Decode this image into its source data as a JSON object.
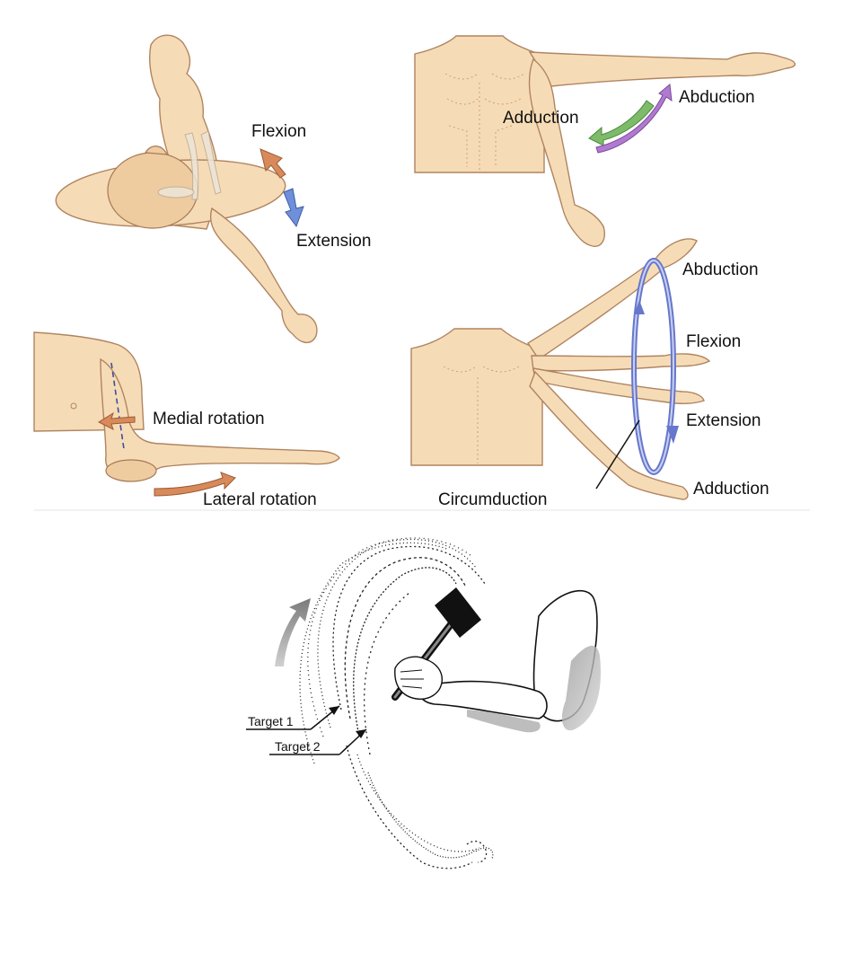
{
  "panel_flexion": {
    "flexion_label": "Flexion",
    "extension_label": "Extension"
  },
  "panel_abduction": {
    "adduction_label": "Adduction",
    "abduction_label": "Abduction"
  },
  "panel_rotation": {
    "medial_label": "Medial rotation",
    "lateral_label": "Lateral rotation"
  },
  "panel_circumduction": {
    "abduction_label": "Abduction",
    "flexion_label": "Flexion",
    "extension_label": "Extension",
    "adduction_label": "Adduction",
    "circumduction_label": "Circumduction"
  },
  "hammer_panel": {
    "target1_label": "Target 1",
    "target2_label": "Target 2"
  },
  "colors": {
    "skin": "#f6dcb6",
    "flexion_arrow": "#d98a5a",
    "extension_arrow": "#6f8fd8",
    "adduction_arrow": "#7dba6a",
    "abduction_arrow": "#b07ad0",
    "circumduction_ring": "#6677cc",
    "hammer": "#111111"
  }
}
